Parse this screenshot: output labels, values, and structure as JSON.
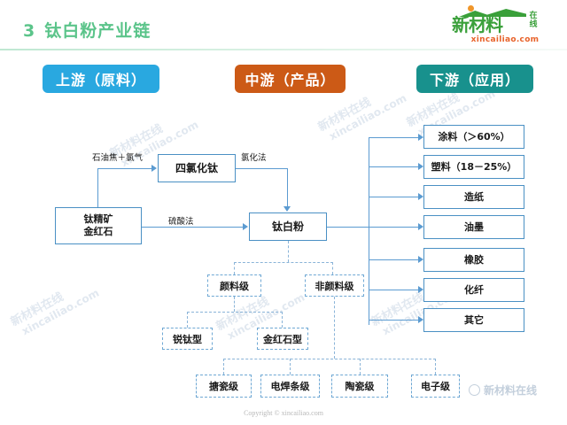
{
  "header": {
    "slide_number": "3",
    "title": "钛白粉产业链",
    "logo_text": "新材料",
    "logo_suffix_line1": "在",
    "logo_suffix_line2": "线",
    "logo_url": "xincailiao.com"
  },
  "stages": [
    {
      "name": "upstream",
      "label": "上游（原料）",
      "color": "#29a8e0"
    },
    {
      "name": "midstream",
      "label": "中游（产品）",
      "color": "#cc5a16"
    },
    {
      "name": "downstream",
      "label": "下游（应用）",
      "color": "#18918d"
    }
  ],
  "nodes": {
    "raw_material_line1": "钛精矿",
    "raw_material_line2": "金红石",
    "titanium_tetrachloride": "四氯化钛",
    "titanium_dioxide": "钛白粉"
  },
  "edge_labels": {
    "to_tetrachloride": "石油焦＋氯气",
    "chloride_process": "氯化法",
    "sulfate_process": "硫酸法"
  },
  "applications": [
    {
      "label": "涂料（＞60%）"
    },
    {
      "label": "塑料（18－25%）"
    },
    {
      "label": "造纸"
    },
    {
      "label": "油墨"
    },
    {
      "label": "橡胶"
    },
    {
      "label": "化纤"
    },
    {
      "label": "其它"
    }
  ],
  "grades": {
    "pigment": "颜料级",
    "non_pigment": "非颜料级",
    "pigment_children": [
      {
        "label": "锐钛型"
      },
      {
        "label": "金红石型"
      }
    ],
    "non_pigment_children": [
      {
        "label": "搪瓷级"
      },
      {
        "label": "电焊条级"
      },
      {
        "label": "陶瓷级"
      },
      {
        "label": "电子级"
      }
    ]
  },
  "watermark": {
    "line1": "新材料在线",
    "line2": "xincailiao.com"
  },
  "footer": {
    "copyright": "Copyright © xincailiao.com",
    "wechat_label": "新材料在线"
  },
  "colors": {
    "title": "#5bc48a",
    "box_border": "#4a90c4",
    "dashed_border": "#6fa8d4",
    "connector": "#5b9bd1"
  }
}
